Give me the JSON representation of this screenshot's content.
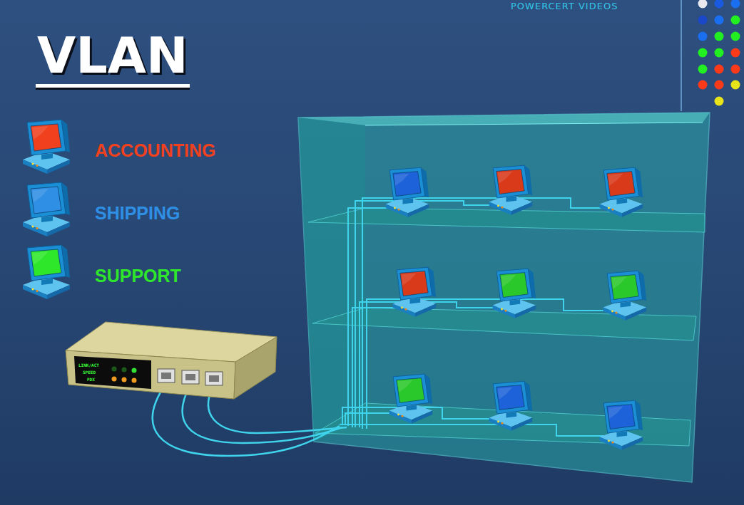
{
  "diagram": {
    "title": "VLAN",
    "labels": [
      "POWERCERT VIDEOS",
      "LINK/ACT",
      "SPEED",
      "FDX"
    ],
    "legend": [
      {
        "text": "ACCOUNTING",
        "color": "#f0401e"
      },
      {
        "text": "SHIPPING",
        "color": "#2f8fe4"
      },
      {
        "text": "SUPPORT",
        "color": "#2ee62a"
      }
    ]
  }
}
